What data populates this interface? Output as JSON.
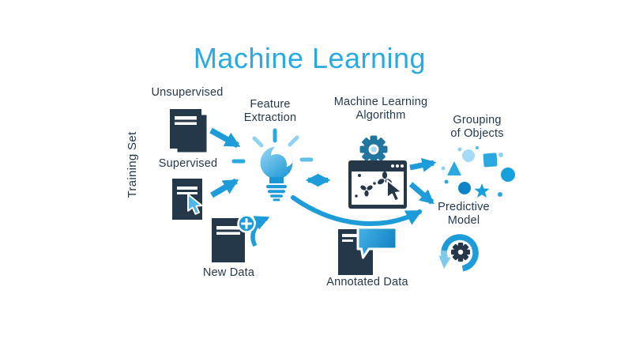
{
  "title": "Machine Learning",
  "labels": {
    "training_set": "Training Set",
    "unsupervised": "Unsupervised",
    "supervised": "Supervised",
    "feature_extraction": [
      "Feature",
      "Extraction"
    ],
    "ml_algorithm": [
      "Machine Learning",
      "Algorithm"
    ],
    "grouping": [
      "Grouping",
      "of Objects"
    ],
    "predictive": [
      "Predictive",
      "Model"
    ],
    "new_data": "New Data",
    "annotated_data": "Annotated Data"
  },
  "icons": {
    "unsupervised": "stacked-documents-icon",
    "supervised": "document-with-cursor-icon",
    "feature_extraction": "lightbulb-icon",
    "ml_algorithm": "browser-window-with-gear-icon",
    "grouping": "shape-cluster-icon",
    "predictive": "gear-refresh-icon",
    "new_data": "document-plus-icon",
    "annotated_data": "document-comment-icon"
  },
  "flow": [
    {
      "from": "Unsupervised",
      "to": "Feature Extraction"
    },
    {
      "from": "Supervised",
      "to": "Feature Extraction"
    },
    {
      "from": "New Data",
      "to": "Feature Extraction"
    },
    {
      "from": "Feature Extraction",
      "to": "Machine Learning Algorithm",
      "bidirectional": true
    },
    {
      "from": "Machine Learning Algorithm",
      "to": "Grouping of Objects"
    },
    {
      "from": "Machine Learning Algorithm",
      "to": "Predictive Model"
    },
    {
      "from": "Feature Extraction",
      "to": "Predictive Model"
    }
  ],
  "colors": {
    "title_blue": "#2BA9E1",
    "arrow_blue": "#1E9CD9",
    "navy": "#25384A",
    "light_blue": "#8FD2F2",
    "pale_blue": "#A5DBF5"
  }
}
